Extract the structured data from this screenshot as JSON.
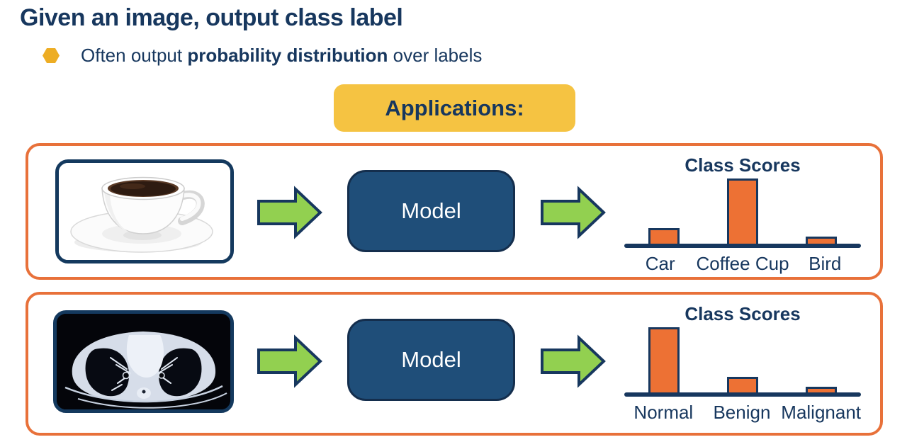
{
  "page": {
    "title": "Given an image, output class label",
    "bullet": {
      "pre": "Often output ",
      "bold": "probability distribution",
      "post": " over labels"
    },
    "applications_label": "Applications:"
  },
  "icons": {
    "bullet": "hexagon",
    "flow": "right-arrow"
  },
  "pipeline_rows": [
    {
      "input_image": "coffee-cup-photo",
      "model_label": "Model"
    },
    {
      "input_image": "lung-ct-scan",
      "model_label": "Model"
    }
  ],
  "chart_data": [
    {
      "type": "bar",
      "title": "Class Scores",
      "categories": [
        "Car",
        "Coffee Cup",
        "Bird"
      ],
      "values": [
        0.26,
        1.0,
        0.14
      ],
      "ylim": [
        0,
        1
      ],
      "grid": false,
      "legend": false,
      "bar_color": "#ED7134",
      "bar_border_color": "#17375E",
      "axis_color": "#17375E"
    },
    {
      "type": "bar",
      "title": "Class Scores",
      "categories": [
        "Normal",
        "Benign",
        "Malignant"
      ],
      "values": [
        1.0,
        0.26,
        0.12
      ],
      "ylim": [
        0,
        1
      ],
      "grid": false,
      "legend": false,
      "bar_color": "#ED7134",
      "bar_border_color": "#17375E",
      "axis_color": "#17375E"
    }
  ],
  "colors": {
    "navy": "#17375E",
    "model": "#1F4E79",
    "orange": "#E8713A",
    "bar": "#ED7134",
    "green": "#92D050",
    "yellow": "#F5C342",
    "gold": "#EDAD24"
  }
}
